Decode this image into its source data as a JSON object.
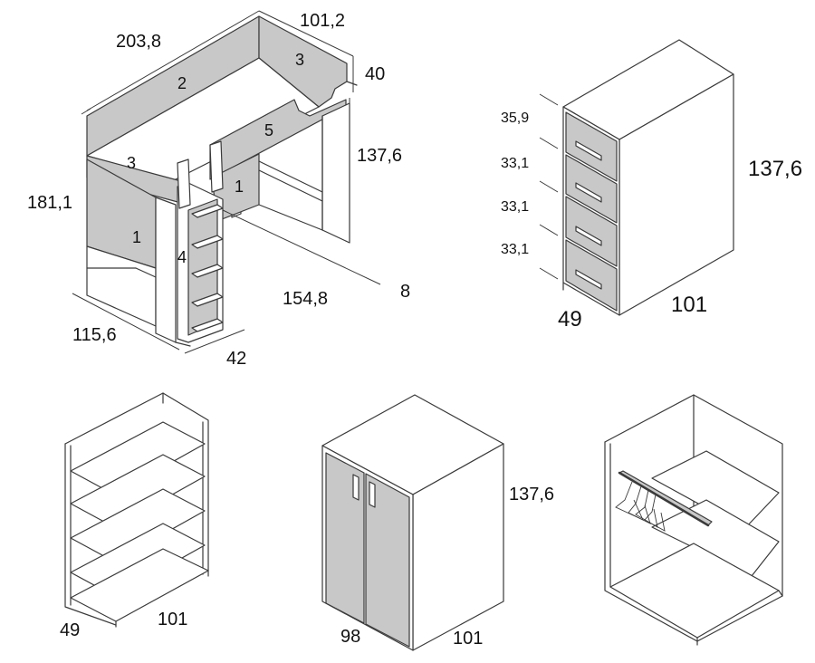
{
  "colors": {
    "panel_fill": "#c8c8c8",
    "line": "#3a3a3a",
    "background": "#ffffff"
  },
  "loft_bed": {
    "dims": {
      "length": "203,8",
      "depth": "101,2",
      "rail_height": "40",
      "top_right_height": "137,6",
      "total_height": "181,1",
      "bottom_width": "115,6",
      "ladder_width": "42",
      "lower_length": "154,8",
      "rail_offset": "8"
    },
    "parts": [
      "2",
      "3",
      "3",
      "5",
      "1",
      "1",
      "4"
    ]
  },
  "chest": {
    "drawer_heights": [
      "35,9",
      "33,1",
      "33,1",
      "33,1"
    ],
    "height": "137,6",
    "depth": "49",
    "width": "101"
  },
  "shelving": {
    "depth": "49",
    "width": "101"
  },
  "wardrobe": {
    "height": "137,6",
    "width": "98",
    "depth": "101"
  },
  "interior": {}
}
